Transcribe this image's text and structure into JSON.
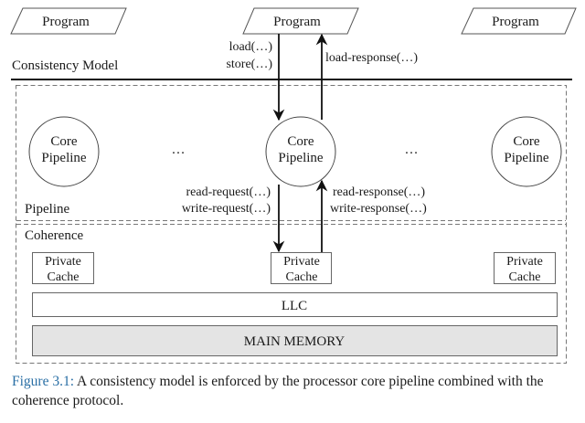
{
  "diagram": {
    "programs": [
      {
        "label": "Program"
      },
      {
        "label": "Program"
      },
      {
        "label": "Program"
      }
    ],
    "layers": {
      "consistency_model": "Consistency Model",
      "pipeline": "Pipeline",
      "coherence": "Coherence"
    },
    "core_pipelines": [
      {
        "line1": "Core",
        "line2": "Pipeline"
      },
      {
        "line1": "Core",
        "line2": "Pipeline"
      },
      {
        "line1": "Core",
        "line2": "Pipeline"
      }
    ],
    "ellipses": [
      "…",
      "…"
    ],
    "messages": {
      "program_to_core": [
        "load(…)",
        "store(…)"
      ],
      "core_to_program": [
        "load-response(…)"
      ],
      "core_to_cache": [
        "read-request(…)",
        "write-request(…)"
      ],
      "cache_to_core": [
        "read-response(…)",
        "write-response(…)"
      ]
    },
    "private_caches": [
      {
        "line1": "Private",
        "line2": "Cache"
      },
      {
        "line1": "Private",
        "line2": "Cache"
      },
      {
        "line1": "Private",
        "line2": "Cache"
      }
    ],
    "llc": "LLC",
    "main_memory": "MAIN MEMORY",
    "colors": {
      "main_memory_fill": "#e4e4e4",
      "caption_label": "#2a6fa5"
    }
  },
  "caption": {
    "label": "Figure 3.1:",
    "text": " A consistency model is enforced by the processor core pipeline combined with the coherence protocol."
  }
}
